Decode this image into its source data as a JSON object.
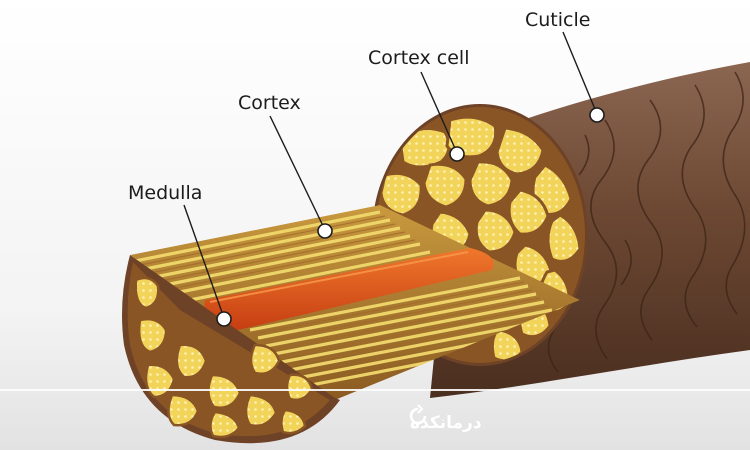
{
  "labels": {
    "cuticle": "Cuticle",
    "cortex_cell": "Cortex cell",
    "cortex": "Cortex",
    "medulla": "Medulla"
  },
  "logo": {
    "text": "درمانکده",
    "icon": "circular-arrow-icon"
  },
  "colors": {
    "cuticle": "#6a4632",
    "cortex_cell": "#f3d45a",
    "cell_border": "#8a5525",
    "fiber_light": "#f1d86c",
    "fiber_dark": "#8e5e24",
    "medulla": "#e0531b",
    "background": "#ffffff"
  }
}
